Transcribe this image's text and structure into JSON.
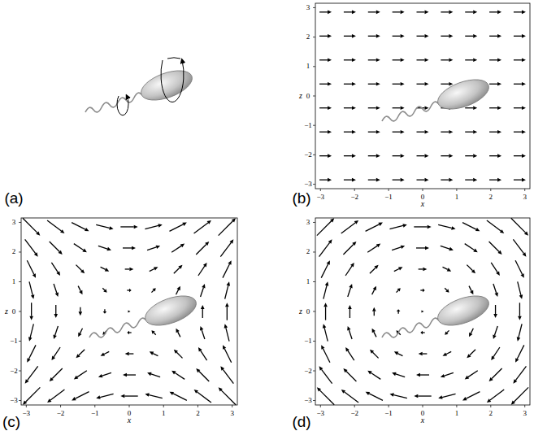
{
  "diagram": {
    "labels": [
      "(a)",
      "3",
      "2",
      "1",
      "0",
      "−1",
      "−2",
      "−3",
      "z",
      "−3",
      "−2",
      "−1",
      "0",
      "1",
      "2",
      "3",
      "x",
      "(b)",
      "3",
      "2",
      "1",
      "0",
      "−1",
      "−2",
      "−3",
      "z",
      "−3",
      "−2",
      "−1",
      "0",
      "1",
      "2",
      "3",
      "x",
      "(c)",
      "3",
      "2",
      "1",
      "0",
      "−1",
      "−2",
      "−3",
      "z",
      "−3",
      "−2",
      "−1",
      "0",
      "1",
      "2",
      "3",
      "x",
      "(d)"
    ]
  }
}
